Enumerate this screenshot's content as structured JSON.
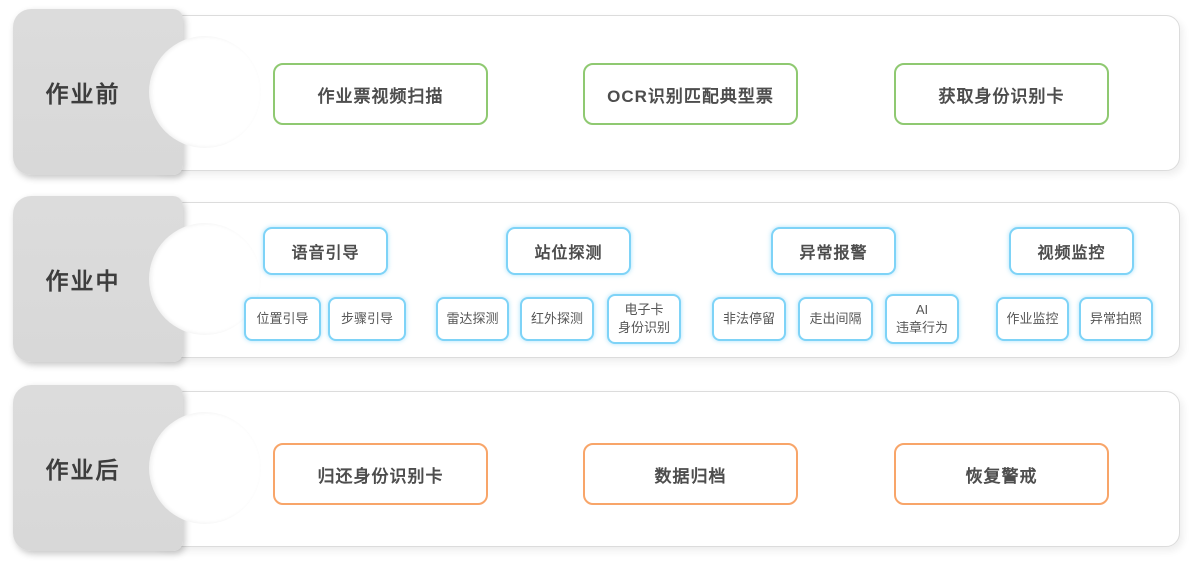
{
  "palette": {
    "green": "#8fc971",
    "blue": "#7ed3f7",
    "orange": "#f8a569",
    "tab_bg": "#d8d8d8",
    "panel_border": "#dcdcdc",
    "tab_text": "#3d3d3d",
    "box_text": "#4d4d4d"
  },
  "sections": {
    "pre": {
      "label": "作业前",
      "boxes": [
        "作业票视频扫描",
        "OCR识别匹配典型票",
        "获取身份识别卡"
      ]
    },
    "during": {
      "label": "作业中",
      "groups": [
        {
          "title": "语音引导",
          "items": [
            "位置引导",
            "步骤引导"
          ]
        },
        {
          "title": "站位探测",
          "items": [
            "雷达探测",
            "红外探测",
            "电子卡\n身份识别"
          ]
        },
        {
          "title": "异常报警",
          "items": [
            "非法停留",
            "走出间隔",
            "AI\n违章行为"
          ]
        },
        {
          "title": "视频监控",
          "items": [
            "作业监控",
            "异常拍照"
          ]
        }
      ]
    },
    "post": {
      "label": "作业后",
      "boxes": [
        "归还身份识别卡",
        "数据归档",
        "恢复警戒"
      ]
    }
  }
}
